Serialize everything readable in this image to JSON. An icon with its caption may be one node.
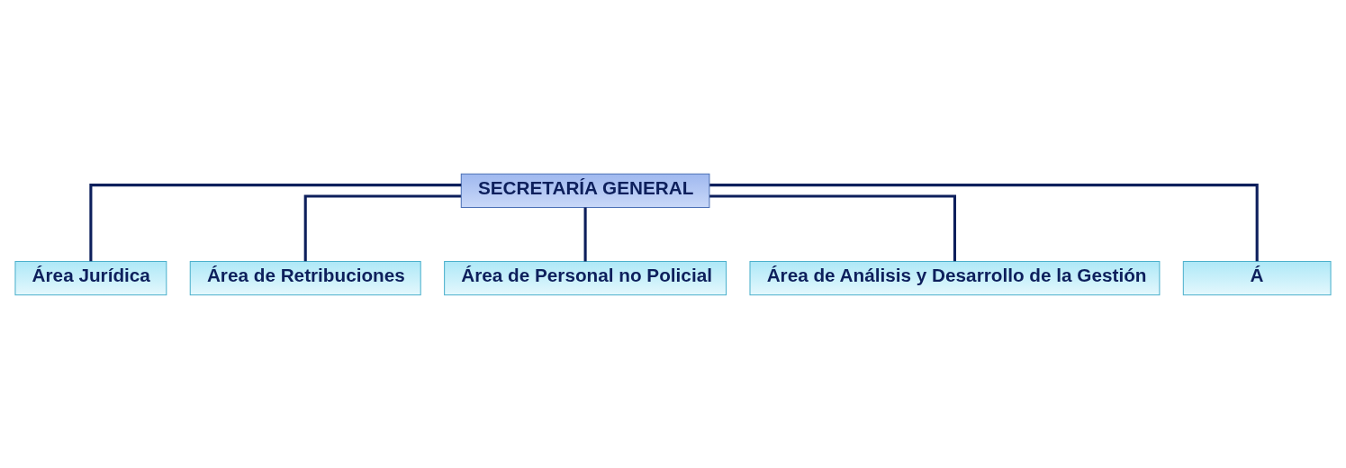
{
  "diagram": {
    "nodes": [
      {
        "text": [
          "SECRETARÍA GENERAL"
        ]
      },
      {
        "text": [
          "Área Jurídica"
        ]
      },
      {
        "text": [
          "Área de Retribuciones"
        ]
      },
      {
        "text": [
          "Área de Personal no Policial"
        ]
      },
      {
        "text": [
          "Área de Análisis y Desarrollo de la Gestión"
        ]
      },
      {
        "text": [
          "Á"
        ]
      }
    ],
    "edges": [
      {
        "from": 0,
        "to": 1,
        "arrow": "none"
      },
      {
        "from": 0,
        "to": 2,
        "arrow": "none"
      },
      {
        "from": 0,
        "to": 3,
        "arrow": "none"
      },
      {
        "from": 0,
        "to": 4,
        "arrow": "none"
      },
      {
        "from": 0,
        "to": 5,
        "arrow": "none"
      }
    ]
  }
}
